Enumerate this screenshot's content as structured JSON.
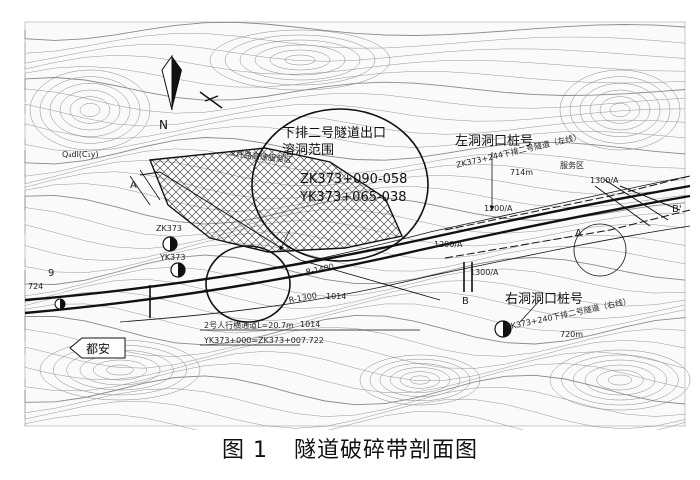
{
  "caption": {
    "figure_no": "图 1",
    "title": "隧道破碎带剖面图"
  },
  "compass": {
    "north": "N"
  },
  "labels": {
    "karst_range_l1": "下排二号隧道出口",
    "karst_range_l2": "溶洞范围",
    "zk_station": "ZK373+090-058",
    "yk_station": "YK373+065-038",
    "left_portal": "左洞洞口桩号",
    "right_portal": "右洞洞口桩号",
    "town": "都安",
    "left_tunnel": "ZK373+244下排二号隧道（左线）",
    "right_tunnel": "YK373+240下排二号隧道（右线）",
    "cross_passage": "2号人行横通道L=20.7m",
    "cross_station": "YK373+000=ZK373+007.722",
    "plaza_left": "×坪路高速服务区",
    "plaza_right": "服务区",
    "zk373": "ZK373",
    "yk373": "YK373",
    "left_len": "714m",
    "right_len": "720m",
    "r1400": "R-1400",
    "r1300": "R-1300",
    "r1014a": "1014",
    "r1014b": "1014",
    "g1300a": "1300/A",
    "g1300b": "1300/A",
    "g1200a": "1200/A",
    "g1200b": "1200/A",
    "pt_a_left": "A",
    "pt_a_right": "A",
    "pt_b_mid": "B",
    "pt_b_right": "B'",
    "left_num": "724",
    "geo_q": "Q₄dl(C₁y)",
    "num9": "9"
  }
}
